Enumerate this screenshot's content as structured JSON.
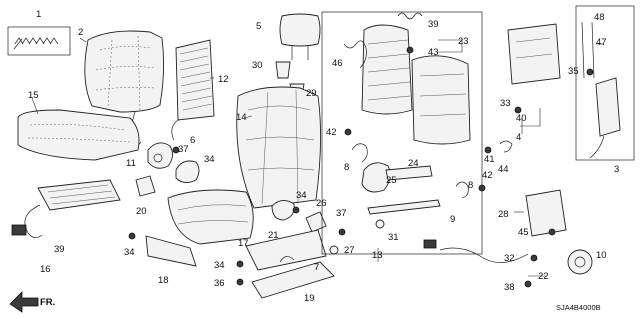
{
  "diagram": {
    "part_numbers": {
      "p1": "1",
      "p2": "2",
      "p3": "3",
      "p4": "4",
      "p5": "5",
      "p6": "6",
      "p7": "7",
      "p8a": "8",
      "p8b": "8",
      "p9": "9",
      "p10": "10",
      "p11": "11",
      "p12": "12",
      "p13": "13",
      "p14": "14",
      "p15": "15",
      "p16": "16",
      "p17": "17",
      "p18": "18",
      "p19": "19",
      "p20": "20",
      "p21": "21",
      "p22": "22",
      "p23": "23",
      "p24": "24",
      "p25": "25",
      "p26": "26",
      "p27": "27",
      "p28": "28",
      "p29": "29",
      "p30": "30",
      "p31": "31",
      "p32": "32",
      "p33": "33",
      "p34a": "34",
      "p34b": "34",
      "p34c": "34",
      "p35": "35",
      "p36": "36",
      "p37a": "37",
      "p37b": "37",
      "p38": "38",
      "p39a": "39",
      "p39b": "39",
      "p40": "40",
      "p41": "41",
      "p42a": "42",
      "p42b": "42",
      "p43": "43",
      "p44": "44",
      "p45": "45",
      "p46": "46",
      "p47": "47",
      "p48": "48"
    },
    "front_label": "FR.",
    "catalog_code": "SJA4B4000B",
    "colors": {
      "ink": "#222222",
      "paper": "#ffffff",
      "fill": "#f3f3f3"
    }
  }
}
